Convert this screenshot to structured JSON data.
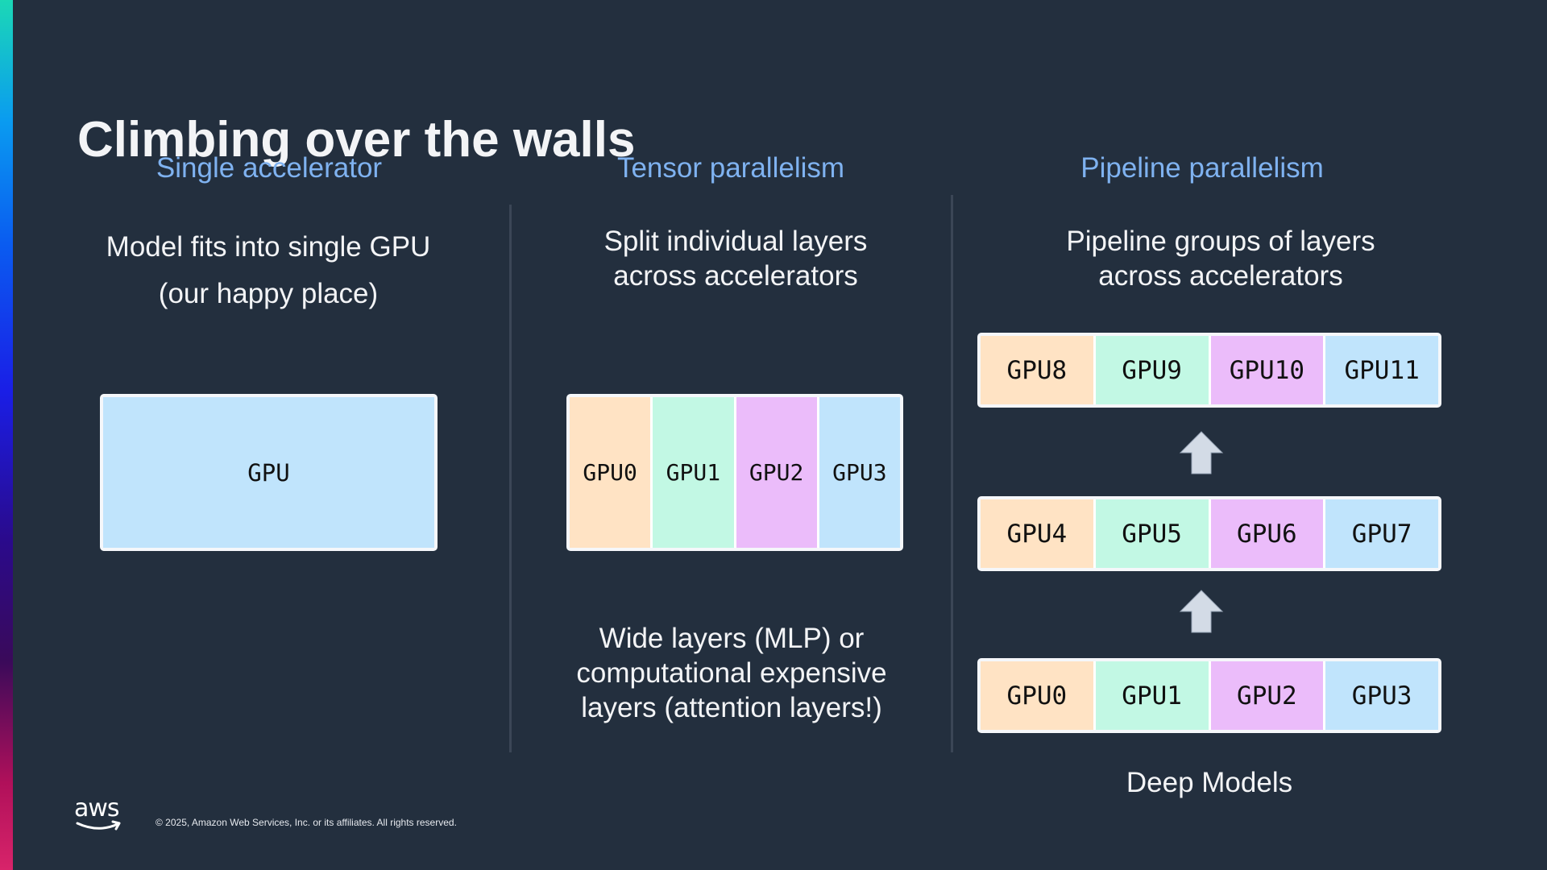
{
  "slide": {
    "title": "Climbing over the walls",
    "footer": "© 2025, Amazon Web Services, Inc. or its affiliates. All rights reserved.",
    "logo_text": "aws"
  },
  "colors": {
    "background": "#232f3e",
    "heading": "#7fb2f0",
    "gpu_peach": "#ffe3c4",
    "gpu_mint": "#c2f8e4",
    "gpu_lavender": "#ebbcfa",
    "gpu_blue": "#c0e4fc"
  },
  "single": {
    "heading": "Single accelerator",
    "desc_line1": "Model fits into single GPU",
    "desc_line2": "(our happy place)",
    "gpu_label": "GPU"
  },
  "tensor": {
    "heading": "Tensor parallelism",
    "desc_line1": "Split individual layers",
    "desc_line2": "across accelerators",
    "gpus": [
      "GPU0",
      "GPU1",
      "GPU2",
      "GPU3"
    ],
    "note_line1": "Wide layers (MLP) or",
    "note_line2": "computational expensive",
    "note_line3": "layers (attention layers!)"
  },
  "pipeline": {
    "heading": "Pipeline parallelism",
    "desc_line1": "Pipeline groups of layers",
    "desc_line2": "across accelerators",
    "stage_top": [
      "GPU8",
      "GPU9",
      "GPU10",
      "GPU11"
    ],
    "stage_mid": [
      "GPU4",
      "GPU5",
      "GPU6",
      "GPU7"
    ],
    "stage_bottom": [
      "GPU0",
      "GPU1",
      "GPU2",
      "GPU3"
    ],
    "caption": "Deep Models"
  }
}
